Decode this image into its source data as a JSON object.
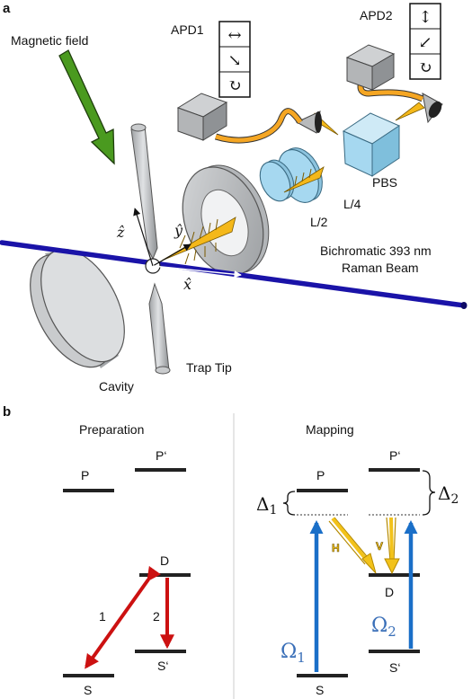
{
  "panel_a": {
    "panel_label": "a",
    "magnetic_field_label": "Magnetic field",
    "apd1_label": "APD1",
    "apd2_label": "APD2",
    "pbs_label": "PBS",
    "l4_label": "L/4",
    "l2_label": "L/2",
    "z_axis": "ẑ",
    "y_axis": "ŷ",
    "x_axis": "x̂",
    "beam_label_line1": "Bichromatic 393 nm",
    "beam_label_line2": "Raman Beam",
    "trap_tip_label": "Trap Tip",
    "cavity_label": "Cavity",
    "apd1_glyphs": [
      "↔",
      "↘",
      "↻"
    ],
    "apd2_glyphs": [
      "↕",
      "↙",
      "↻"
    ],
    "colors": {
      "beam": "#1a13a8",
      "magnetic_arrow": "#4a9a1f",
      "photon": "#f4b81a",
      "fiber": "#f5a623",
      "optics": "#a6d8f0",
      "metal": "#c4c6c8"
    }
  },
  "panel_b": {
    "panel_label": "b",
    "preparation": {
      "title": "Preparation",
      "levels": {
        "P": "P",
        "P_prime": "P‘",
        "D": "D",
        "S": "S",
        "S_prime": "S‘"
      },
      "arrow_labels": [
        "1",
        "2"
      ]
    },
    "mapping": {
      "title": "Mapping",
      "levels": {
        "P": "P",
        "P_prime": "P‘",
        "D": "D",
        "S": "S",
        "S_prime": "S‘"
      },
      "delta1": "Δ",
      "delta1_sub": "1",
      "delta2": "Δ",
      "delta2_sub": "2",
      "omega1": "Ω",
      "omega1_sub": "1",
      "omega2": "Ω",
      "omega2_sub": "2",
      "photon_H": "H",
      "photon_V": "V"
    },
    "colors": {
      "red_arrow": "#cc1111",
      "blue_arrow": "#1a6fc8",
      "omega_text": "#3a6fb8",
      "photon_arrow": "#f2c21a"
    }
  }
}
